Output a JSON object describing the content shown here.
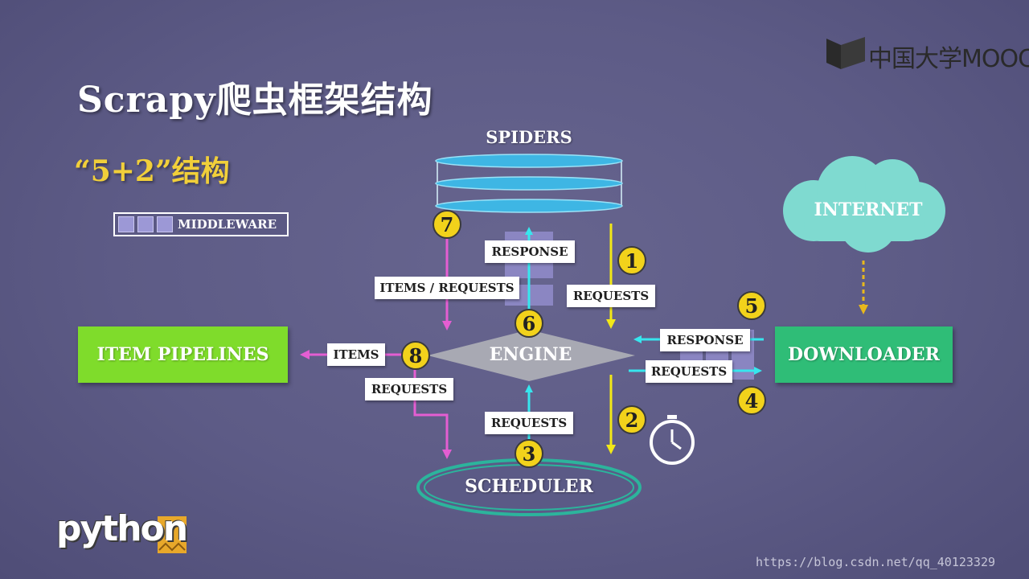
{
  "title": "Scrapy爬虫框架结构",
  "subtitle": "“5+2”结构",
  "legend": {
    "middleware_label": "MIDDLEWARE"
  },
  "brand": "中国大学MOOC",
  "logo_text": "python",
  "watermark": "https://blog.csdn.net/qq_40123329",
  "components": {
    "spiders": "SPIDERS",
    "engine": "ENGINE",
    "scheduler": "SCHEDULER",
    "downloader": "DOWNLOADER",
    "item_pipelines": "ITEM PIPELINES",
    "internet": "INTERNET"
  },
  "labels": {
    "response_up": "RESPONSE",
    "items_requests": "ITEMS / REQUESTS",
    "requests_1": "REQUESTS",
    "response_dl": "RESPONSE",
    "requests_dl": "REQUESTS",
    "items": "ITEMS",
    "requests_8": "REQUESTS",
    "requests_3": "REQUESTS"
  },
  "steps": [
    "1",
    "2",
    "3",
    "4",
    "5",
    "6",
    "7",
    "8"
  ],
  "colors": {
    "cyan": "#37e6ee",
    "yellow": "#f2e818",
    "magenta": "#e45ed2",
    "item_pipelines": "#7fdc2b",
    "downloader": "#2fbd77",
    "internet": "#7fdad0",
    "engine": "#a8a9b3",
    "scheduler": "#2cb49c",
    "spiders": "#3eb6e4"
  }
}
